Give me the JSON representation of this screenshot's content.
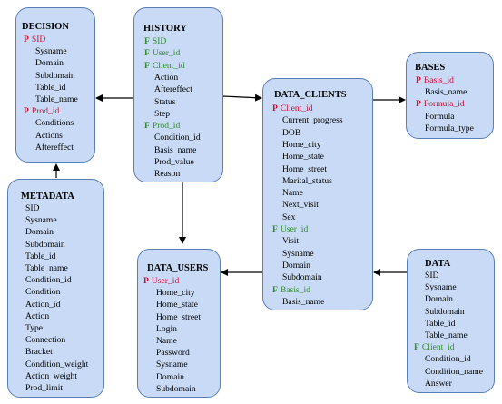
{
  "colors": {
    "box_fill": "#c8daf5",
    "box_border": "#5a7fb5",
    "primary_key": "#c0103a",
    "foreign_key": "#2f8a2f",
    "arrow": "#000000"
  },
  "tables": {
    "decision": {
      "title": "DECISION",
      "fields": [
        {
          "name": "SID",
          "key": "P"
        },
        {
          "name": "Sysname",
          "key": ""
        },
        {
          "name": "Domain",
          "key": ""
        },
        {
          "name": "Subdomain",
          "key": ""
        },
        {
          "name": "Table_id",
          "key": ""
        },
        {
          "name": "Table_name",
          "key": ""
        },
        {
          "name": "Prod_id",
          "key": "P"
        },
        {
          "name": "Conditions",
          "key": ""
        },
        {
          "name": "Actions",
          "key": ""
        },
        {
          "name": "Aftereffect",
          "key": ""
        }
      ]
    },
    "history": {
      "title": "HISTORY",
      "fields": [
        {
          "name": "SID",
          "key": "F"
        },
        {
          "name": "User_id",
          "key": "F"
        },
        {
          "name": "Client_id",
          "key": "F"
        },
        {
          "name": "Action",
          "key": ""
        },
        {
          "name": "Aftereffect",
          "key": ""
        },
        {
          "name": "Status",
          "key": ""
        },
        {
          "name": "Step",
          "key": ""
        },
        {
          "name": "Prod_id",
          "key": "F"
        },
        {
          "name": "Condition_id",
          "key": ""
        },
        {
          "name": "Basis_name",
          "key": ""
        },
        {
          "name": "Prod_value",
          "key": ""
        },
        {
          "name": "Reason",
          "key": ""
        }
      ]
    },
    "bases": {
      "title": "BASES",
      "fields": [
        {
          "name": "Basis_id",
          "key": "P"
        },
        {
          "name": "Basis_name",
          "key": ""
        },
        {
          "name": "Formula_id",
          "key": "P"
        },
        {
          "name": "Formula",
          "key": ""
        },
        {
          "name": "Formula_type",
          "key": ""
        }
      ]
    },
    "data_clients": {
      "title": "DATA_CLIENTS",
      "fields": [
        {
          "name": "Client_id",
          "key": "P"
        },
        {
          "name": "Current_progress",
          "key": ""
        },
        {
          "name": "DOB",
          "key": ""
        },
        {
          "name": "Home_city",
          "key": ""
        },
        {
          "name": "Home_state",
          "key": ""
        },
        {
          "name": "Home_street",
          "key": ""
        },
        {
          "name": "Marital_status",
          "key": ""
        },
        {
          "name": "Name",
          "key": ""
        },
        {
          "name": "Next_visit",
          "key": ""
        },
        {
          "name": "Sex",
          "key": ""
        },
        {
          "name": "User_id",
          "key": "F"
        },
        {
          "name": "Visit",
          "key": ""
        },
        {
          "name": "Sysname",
          "key": ""
        },
        {
          "name": "Domain",
          "key": ""
        },
        {
          "name": "Subdomain",
          "key": ""
        },
        {
          "name": "Basis_id",
          "key": "F"
        },
        {
          "name": "Basis_name",
          "key": ""
        }
      ]
    },
    "metadata": {
      "title": "METADATA",
      "fields": [
        {
          "name": "SID",
          "key": ""
        },
        {
          "name": "Sysname",
          "key": ""
        },
        {
          "name": "Domain",
          "key": ""
        },
        {
          "name": "Subdomain",
          "key": ""
        },
        {
          "name": "Table_id",
          "key": ""
        },
        {
          "name": "Table_name",
          "key": ""
        },
        {
          "name": "Condition_id",
          "key": ""
        },
        {
          "name": "Condition",
          "key": ""
        },
        {
          "name": "Action_id",
          "key": ""
        },
        {
          "name": "Action",
          "key": ""
        },
        {
          "name": "Type",
          "key": ""
        },
        {
          "name": "Connection",
          "key": ""
        },
        {
          "name": "Bracket",
          "key": ""
        },
        {
          "name": "Condition_weight",
          "key": ""
        },
        {
          "name": "Action_weight",
          "key": ""
        },
        {
          "name": "Prod_limit",
          "key": ""
        }
      ]
    },
    "data_users": {
      "title": "DATA_USERS",
      "fields": [
        {
          "name": "User_id",
          "key": "P"
        },
        {
          "name": "Home_city",
          "key": ""
        },
        {
          "name": "Home_state",
          "key": ""
        },
        {
          "name": "Home_street",
          "key": ""
        },
        {
          "name": "Login",
          "key": ""
        },
        {
          "name": "Name",
          "key": ""
        },
        {
          "name": "Password",
          "key": ""
        },
        {
          "name": "Sysname",
          "key": ""
        },
        {
          "name": "Domain",
          "key": ""
        },
        {
          "name": "Subdomain",
          "key": ""
        }
      ]
    },
    "data": {
      "title": "DATA",
      "fields": [
        {
          "name": "SID",
          "key": ""
        },
        {
          "name": "Sysname",
          "key": ""
        },
        {
          "name": "Domain",
          "key": ""
        },
        {
          "name": "Subdomain",
          "key": ""
        },
        {
          "name": "Table_id",
          "key": ""
        },
        {
          "name": "Table_name",
          "key": ""
        },
        {
          "name": "Client_id",
          "key": "F"
        },
        {
          "name": "Condition_id",
          "key": ""
        },
        {
          "name": "Condition_name",
          "key": ""
        },
        {
          "name": "Answer",
          "key": ""
        }
      ]
    }
  },
  "relationships": [
    {
      "from": "history",
      "to": "decision"
    },
    {
      "from": "history",
      "to": "data_clients"
    },
    {
      "from": "data_clients",
      "to": "bases"
    },
    {
      "from": "metadata",
      "to": "decision"
    },
    {
      "from": "history",
      "to": "data_users"
    },
    {
      "from": "data_clients",
      "to": "data_users"
    },
    {
      "from": "data",
      "to": "data_clients"
    }
  ]
}
